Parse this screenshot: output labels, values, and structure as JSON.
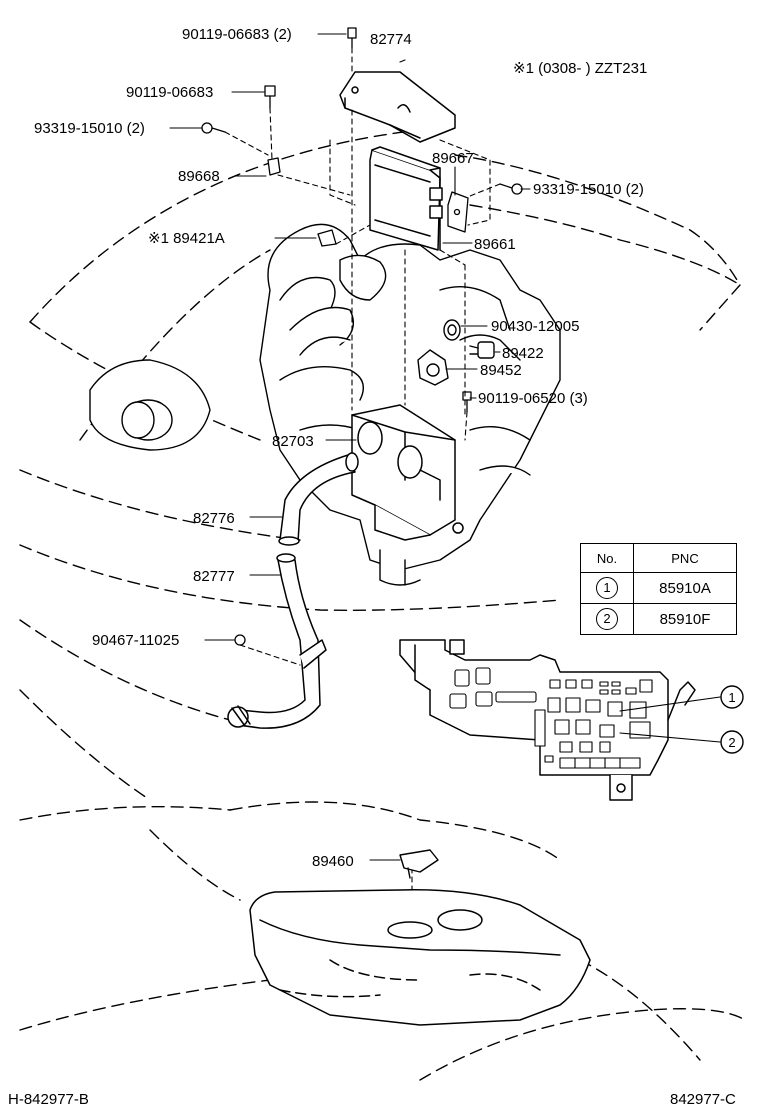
{
  "header_note": "※1 (0308-      ) ZZT231",
  "labels": {
    "p1": "90119-06683 (2)",
    "p2": "82774",
    "p3": "90119-06683",
    "p4": "93319-15010 (2)",
    "p5": "89668",
    "p6": "89667",
    "p7": "93319-15010 (2)",
    "p8": "※1 89421A",
    "p9": "89661",
    "p10": "90430-12005",
    "p11": "89422",
    "p12": "89452",
    "p13": "90119-06520 (3)",
    "p14": "82703",
    "p15": "82776",
    "p16": "82777",
    "p17": "90467-11025",
    "p18": "89460"
  },
  "pnc_table": {
    "headers": [
      "No.",
      "PNC"
    ],
    "rows": [
      {
        "no": "1",
        "pnc": "85910A"
      },
      {
        "no": "2",
        "pnc": "85910F"
      }
    ]
  },
  "callouts": {
    "c1": "1",
    "c2": "2"
  },
  "footer": {
    "left": "H-842977-B",
    "right": "842977-C"
  }
}
